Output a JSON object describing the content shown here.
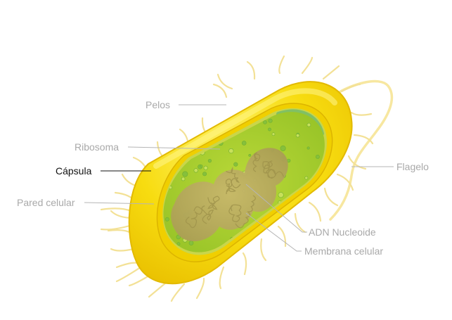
{
  "labels": {
    "pelos": "Pelos",
    "ribosoma": "Ribosoma",
    "capsula": "Cápsula",
    "pared_celular": "Pared celular",
    "flagelo": "Flagelo",
    "adn_nucleoide": "ADN Nucleoide",
    "membrana_celular": "Membrana celular"
  },
  "highlighted_label": "capsula",
  "colors": {
    "capsule": "#f2d400",
    "capsule_highlight": "#fff16a",
    "cell_wall": "#e6c200",
    "membrane": "#bfd23a",
    "cytoplasm": "#a4cc2a",
    "ribosome": "#7fbf3a",
    "nucleoid": "#b8ac5e",
    "flagellum": "#f8eaa8",
    "pili": "#f5e49a",
    "leader_gray": "#b5b5b5",
    "leader_dark": "#111111",
    "label_gray": "#a9a9a9",
    "label_dark": "#111111"
  }
}
